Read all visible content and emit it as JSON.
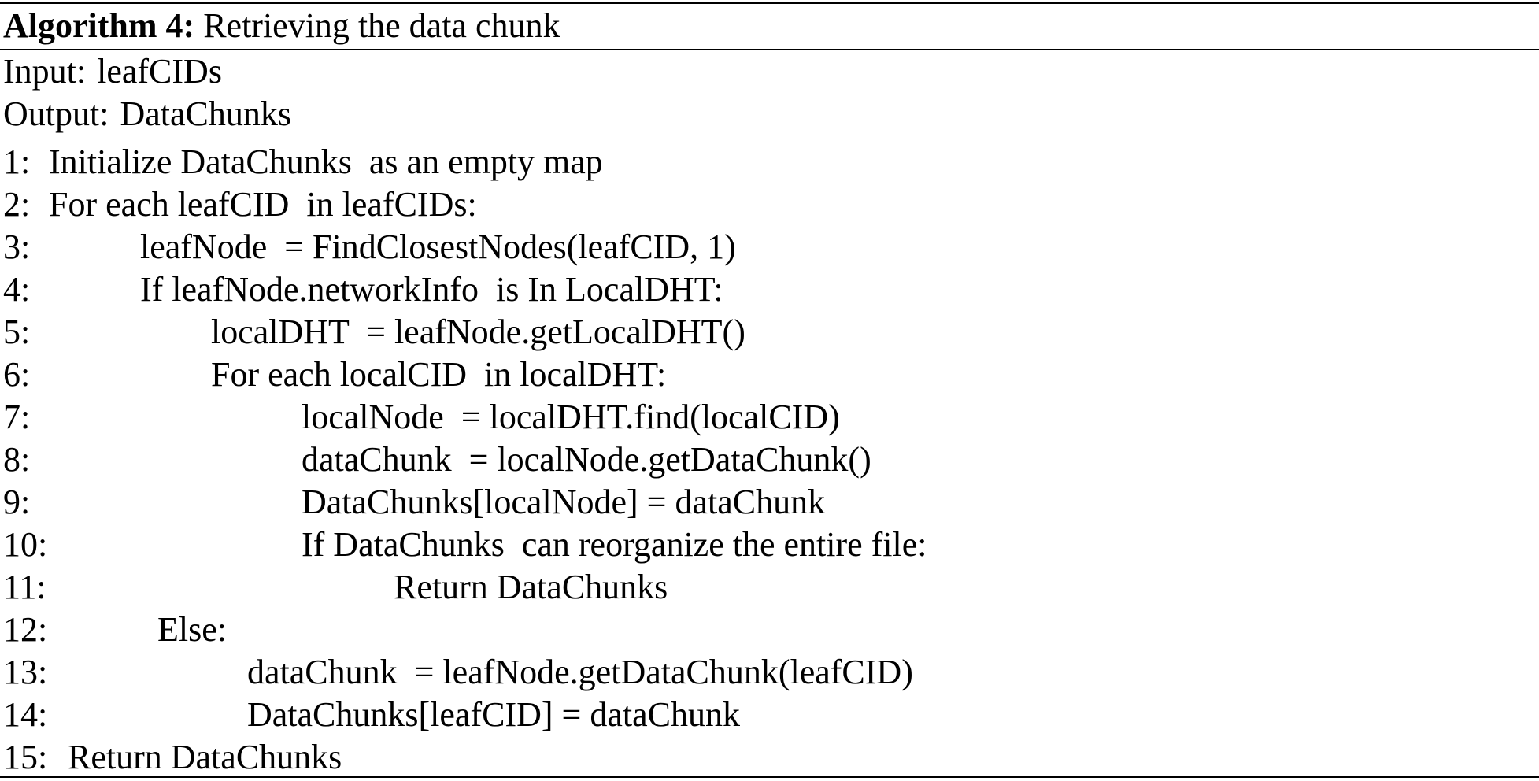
{
  "algorithm": {
    "label": "Algorithm 4:",
    "title": "Retrieving the data chunk",
    "input_label": "Input:",
    "input_value": "leafCIDs",
    "output_label": "Output:",
    "output_value": "DataChunks",
    "lines": [
      {
        "num": "1:",
        "text": "Initialize DataChunks  as an empty map"
      },
      {
        "num": "2:",
        "text": "For each leafCID  in leafCIDs:"
      },
      {
        "num": "3:",
        "text": "leafNode  = FindClosestNodes(leafCID, 1)"
      },
      {
        "num": "4:",
        "text": "If leafNode.networkInfo  is In LocalDHT:"
      },
      {
        "num": "5:",
        "text": "localDHT  = leafNode.getLocalDHT()"
      },
      {
        "num": "6:",
        "text": "For each localCID  in localDHT:"
      },
      {
        "num": "7:",
        "text": "localNode  = localDHT.find(localCID)"
      },
      {
        "num": "8:",
        "text": "dataChunk  = localNode.getDataChunk()"
      },
      {
        "num": "9:",
        "text": "DataChunks[localNode] = dataChunk"
      },
      {
        "num": "10:",
        "text": "If DataChunks  can reorganize the entire file:"
      },
      {
        "num": "11:",
        "text": "Return DataChunks"
      },
      {
        "num": "12:",
        "text": "Else:"
      },
      {
        "num": "13:",
        "text": "dataChunk  = leafNode.getDataChunk(leafCID)"
      },
      {
        "num": "14:",
        "text": "DataChunks[leafCID] = dataChunk"
      },
      {
        "num": "15:",
        "text": "Return DataChunks"
      }
    ]
  }
}
